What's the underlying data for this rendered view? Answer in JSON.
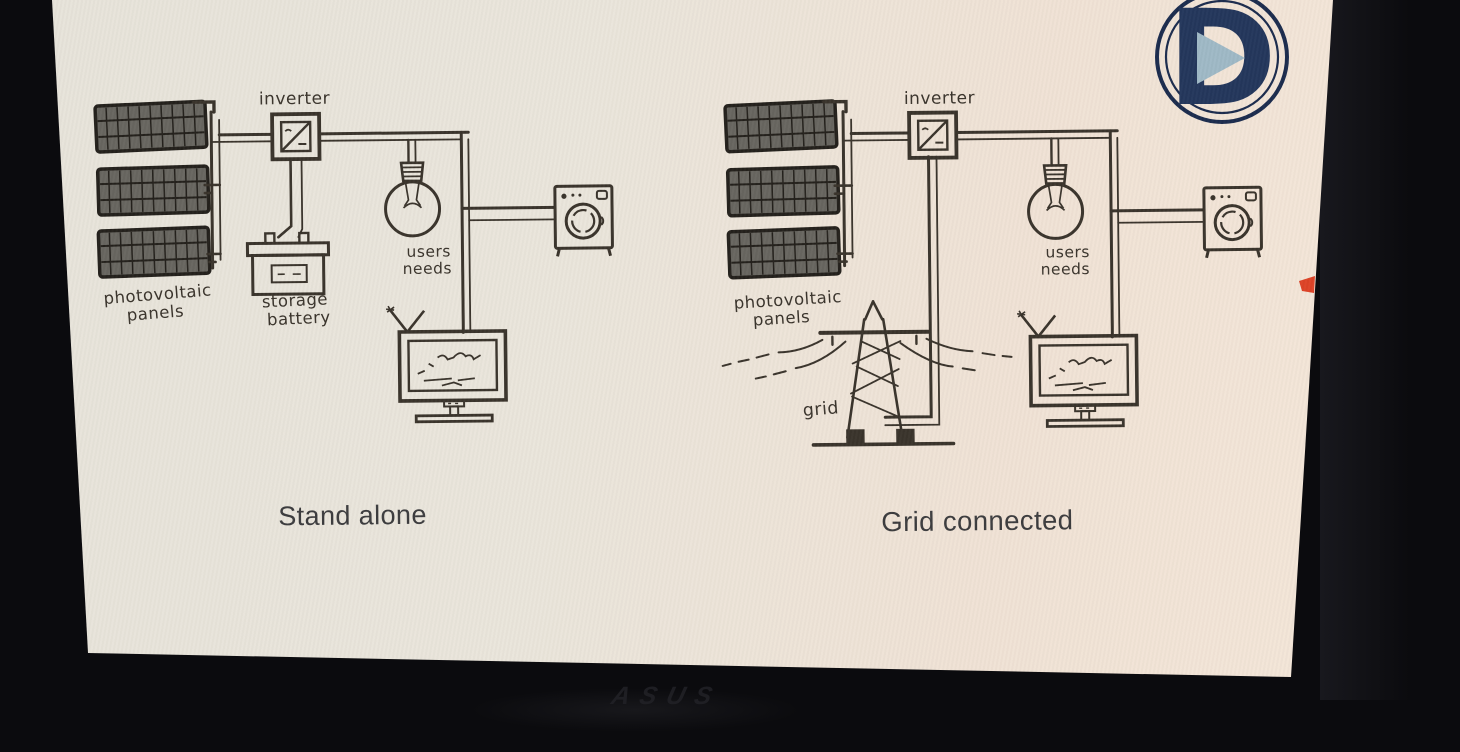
{
  "screen": {
    "slide": {
      "left_diagram": {
        "title": "Stand alone",
        "labels": {
          "inverter": "inverter",
          "pv_line1": "photovoltaic",
          "pv_line2": "panels",
          "battery_line1": "storage",
          "battery_line2": "battery",
          "users_line1": "users",
          "users_line2": "needs"
        }
      },
      "right_diagram": {
        "title": "Grid connected",
        "labels": {
          "inverter": "inverter",
          "pv_line1": "photovoltaic",
          "pv_line2": "panels",
          "grid": "grid",
          "users_line1": "users",
          "users_line2": "needs"
        }
      },
      "play_logo": {
        "letter": "D"
      }
    },
    "colors": {
      "slide_bg": "#ece6db",
      "ink": "#3a342c",
      "caption_text": "#3c3c3e",
      "logo_navy": "#24375c",
      "logo_ring": "#1c2c4e",
      "logo_triangle": "#9fb9c6",
      "marker_red": "#dd4327",
      "panel_fill": "#686660"
    }
  },
  "monitor": {
    "brand": "ASUS",
    "bezel_color": "#0b0b0e"
  }
}
